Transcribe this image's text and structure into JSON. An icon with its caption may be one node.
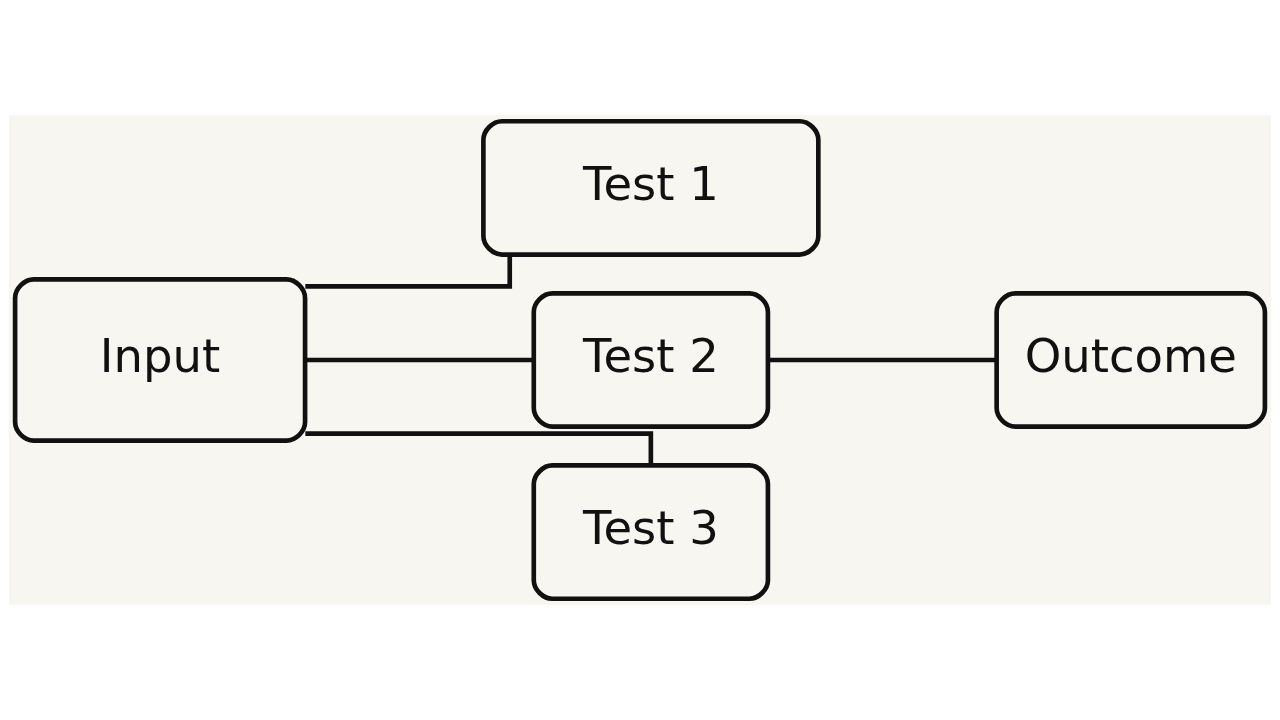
{
  "diagram": {
    "nodes": [
      {
        "text": [
          "Input"
        ]
      },
      {
        "text": [
          "Test 1"
        ]
      },
      {
        "text": [
          "Test 2"
        ]
      },
      {
        "text": [
          "Test 3"
        ]
      },
      {
        "text": [
          "Outcome"
        ]
      }
    ],
    "edges": [
      {
        "from": 0,
        "to": 1,
        "arrow": "none"
      },
      {
        "from": 0,
        "to": 2,
        "arrow": "none"
      },
      {
        "from": 0,
        "to": 3,
        "arrow": "none"
      },
      {
        "from": 2,
        "to": 4,
        "arrow": "none"
      }
    ]
  }
}
